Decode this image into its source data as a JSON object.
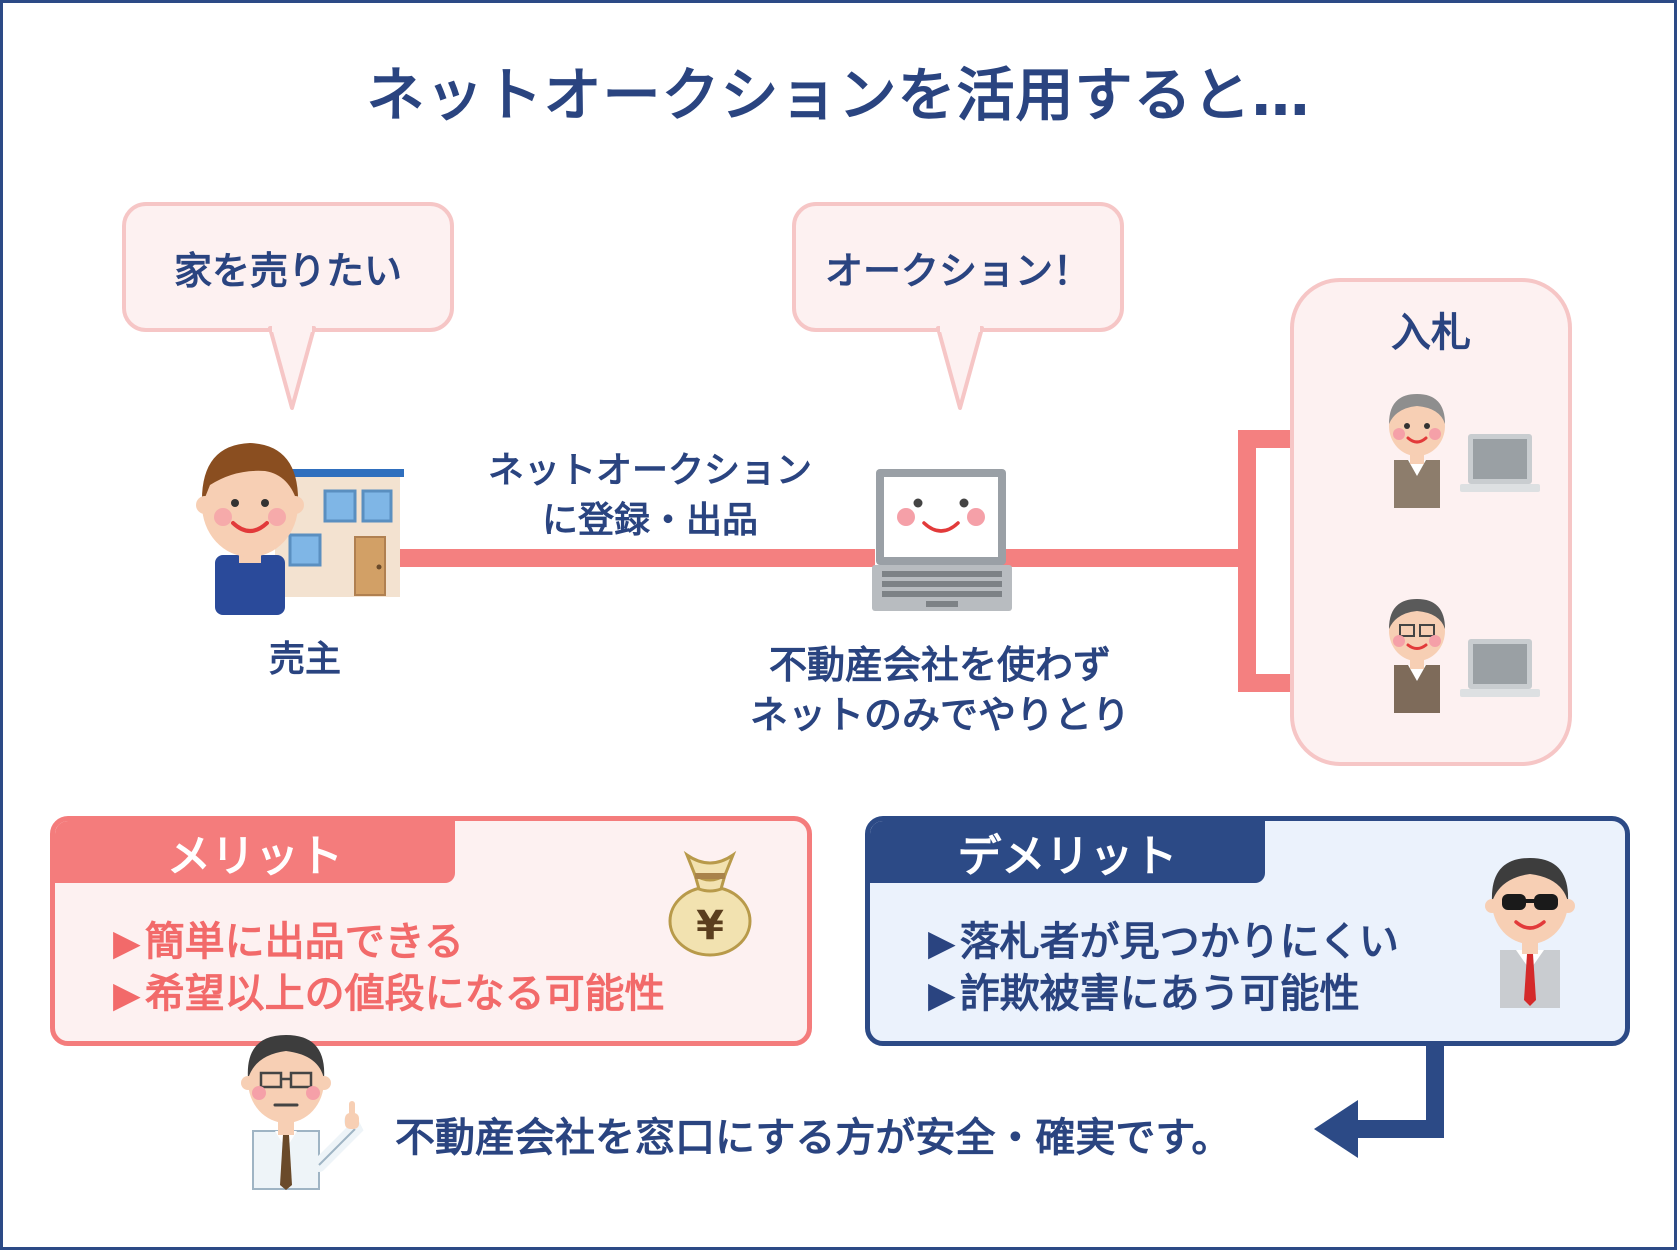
{
  "title": "ネットオークションを活用すると…",
  "seller": {
    "bubble": "家を売りたい",
    "label": "売主"
  },
  "auction": {
    "bubble": "オークション！",
    "register_line1": "ネットオークション",
    "register_line2": "に登録・出品",
    "note_line1": "不動産会社を使わず",
    "note_line2": "ネットのみでやりとり"
  },
  "bidding": {
    "label": "入札"
  },
  "merit": {
    "heading": "メリット",
    "items": [
      "簡単に出品できる",
      "希望以上の値段になる可能性"
    ],
    "bullet": "▶"
  },
  "demerit": {
    "heading": "デメリット",
    "items": [
      "落札者が見つかりにくい",
      "詐欺被害にあう可能性"
    ],
    "bullet": "▶"
  },
  "conclusion": "不動産会社を窓口にする方が安全・確実です。",
  "colors": {
    "navy": "#2c4a86",
    "pink_line": "#f47c7c",
    "bubble_fill": "#fdf1f1",
    "bubble_border": "#f6c6c6"
  }
}
